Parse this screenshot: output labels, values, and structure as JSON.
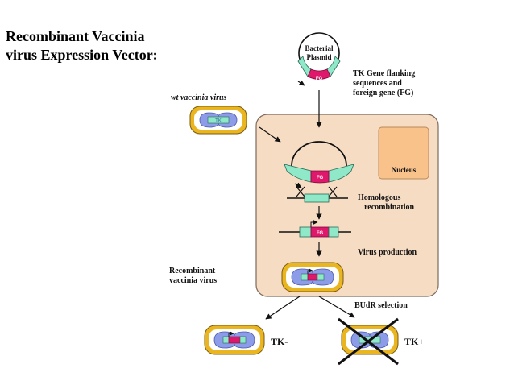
{
  "title": {
    "line1": "Recombinant Vaccinia",
    "line2": "virus Expression Vector:"
  },
  "labels": {
    "bacterial_plasmid_1": "Bacterial",
    "bacterial_plasmid_2": "Plasmid",
    "tk_flank_1": "TK Gene flanking",
    "tk_flank_2": "sequences and",
    "tk_flank_3": "foreign gene (FG)",
    "wt_vaccinia": "wt vaccinia virus",
    "nucleus": "Nucleus",
    "homologous_1": "Homologous",
    "homologous_2": "recombination",
    "virus_production": "Virus production",
    "recombinant_1": "Recombinant",
    "recombinant_2": "vaccinia virus",
    "budr": "BUdR selection",
    "tk_minus": "TK-",
    "tk_plus": "TK+",
    "fg": "FG",
    "tk": "TK"
  },
  "colors": {
    "cell_fill": "#f7dcc4",
    "cell_stroke": "#7d6a5c",
    "nucleus_fill": "#f9c28b",
    "teal": "#8fe8c8",
    "magenta": "#e0186c",
    "virus_outer": "#e9b520",
    "virus_inner": "#ffffff",
    "virus_core": "#8c9ce8",
    "text": "#111111"
  }
}
